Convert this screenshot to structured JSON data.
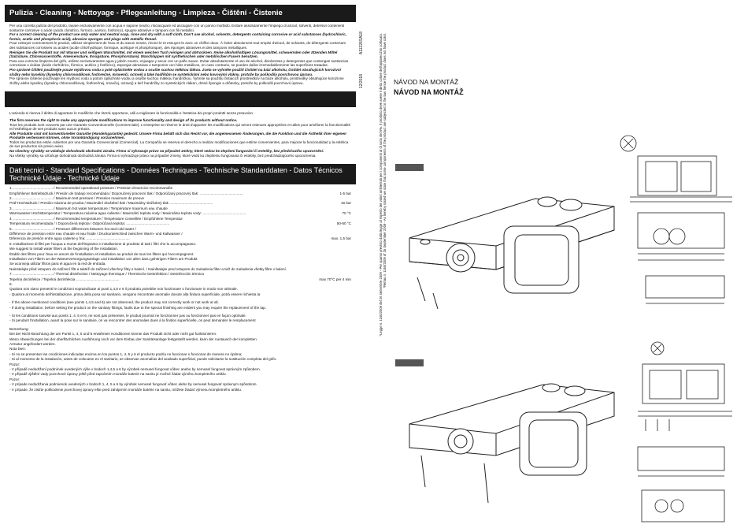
{
  "cleaning": {
    "header": "Pulizia - Cleaning - Nettoyage - Pflegeanleitung - Limpieza - Čištění - Čistenie",
    "it": "Per una corretta pulizia del prodotto, lavare esclusivamente con acqua e sapone neutro, risciacquare ed asciugare con un panno morbido. Evitare assolutamente l'impiego di alcool, solventi, detersivi contenenti sostanze corrosive o acide (acido cloridrico, formico, acetico, fosforico), spugne abrasive e tamponi con fili metallici.",
    "en": "For a correct cleaning of the product use only water and neutral soap, rinse and dry with a soft cloth. Don't use alcohol, solvents, detergents containing corrosive or acid substances (hydrochloric, formic, acetic and phosphoric acid), abrasive sponges and plugs with metallic thread.",
    "fr": "Pour nettoyer correctement le produit, utilisez simplement de l'eau et du savon neutre, rincez-le et essuyez-le avec un chiffon doux. À éviter absolument tout emploi d'alcool, de solvants, de détergents contenant des substances corrosives ou acides (acide chlorhydrique, formique, acétique et phosphorique), des éponges abrasives et des tampons métalliques.",
    "de": "Reinigen Sie die Produkt nur mit Wasser und seifigem Waschmittel, mit einem weichen Tuch reinigen und abtrocknen. Keine alkoholhaltigen Lösungsmittel, scheuernden oder ätzenden Mittel (Salzsäure, Chlorwasserstoffe, Ameisensäure, Essigsäure, Phosphorsäure). Waschlappen mit synthetischen oder metallischen Fasern benutzen.",
    "es": "Para una correcta limpieza del grifo, utilizar exclusivamente agua y jabón neutro, enjuagar y secar con un paño suave. Evitar absolutamente el uso de alcohol, disolventes y detergentes que contengan sustancias corrosivas o ácidas (ácido clorhídrico, fórmico, acético y fosfórico), esponjas abrasivas o tampones con hilos metálicos, en caso contrario, se pueden dañar irremediablemente las superficies tratadas.",
    "cz": "Pro správné čištění používejte pouze mýdlovou vodu a poté opláchněte vodou a osušte suchou měkkou látkou. Zcela se vyhněte použití čistidel na bázi alkoholu, čistidel obsahujících korozivní složky nebo kyseliny (kyseliny chlorovodíkové, fosforečné, mravenčí, octové) a také hadříkům se syntetickými nebo kovovými vlákny, protože by poškodily povrchovou úpravu.",
    "sk": "Pre správne čistenie používajte len mydlovú vodu a potom opláchnite vodou a osušte suchou mäkkou handričkou. Vyhnite sa použitiu čistiacich prostriedkov na báze alkoholu, prostriedky obsahujúce korozívne zložky alebo kyseliny (kyseliny chlorovodíkovej, fosforečnej, mravčej, octovej) a tiež handričky zo syntetických vláken, drsné špongie a drôtenky, pretože by poškodili povrchovú úpravu."
  },
  "rights": {
    "it": "L'azienda si riserva il diritto di apportare le modifiche che riterrà opportune, utili a migliorare la funzionalità e l'estetica dei propri prodotti senza preavviso.",
    "en": "The firm reserves the right to make any appropriate modifications to improve functionality and design of its products without notice.",
    "fr": "Tous les produits sont couverts par une Garantie Conventionnelle (Commerciale). L'entreprise se réserve le droit d'apporter les modifications qui seront retenues appropriées et utiles pour améliorer la fonctionnalité et l'esthétique de ses produits sans aucun préavis.",
    "de": "Alle Produkte sind mit konventioneller Garantie (Handelsgarantie) gedeckt. Unsere Firma behält sich das Recht vor, die angemessenen Änderungen, die die Funktion und die Ästhetik ihrer eigenen Produkte verbessern können, ohne Vorankündigung vorzunehmen.",
    "es": "Todos los productos están cubiertos por una Garantía Convencional (Comercial). La Compañía se reserva el derecho a realizar modificaciones que estime convenientes, para mejorar la funcionalidad y la estética de sus productos sin previo aviso.",
    "cz": "Na všechny výrobky se vztahuje dohodnutá obchodní záruka. Firma si vyhrazuje právo na případné změny, které vedou ke zlepšení fungování či estetiky, bez předchozího upozornění.",
    "sk": "Na všetky výrobky sa vzťahuje dohodnutá obchodná záruka. Firma si vyhradzuje právo na prípadné zmeny, ktoré vedú ku zlepšeniu fungovania či estetiky, bez predchádzajúceho upozornenia."
  },
  "specs": {
    "header1": "Dati tecnici - Standard Specifications - Données Techniques - Technische Standarddaten - Datos Técnicos",
    "header2": "Technické  Údaje - Technické  Údaje",
    "rows": [
      {
        "label": "1. ....................................... / Recommended operational pressure / Pression d'exercice recommandée",
        "value": ""
      },
      {
        "label": "Empfohlener Betriebsdruck / Presión de trabajo recomendada / Doporučený pracovní tlak / Odporúčaný pracovný tlak: ...........................................",
        "value": "1-5 bar"
      },
      {
        "label": "2. ....................................... / Maximum test pressure / Pression maximum de preuve",
        "value": ""
      },
      {
        "label": "Prüf-Höchstdruck / Presión máxima de prueba / Maximální zkušební tlak / Maximálny skúšobný tlak ...........................................",
        "value": "16 bar"
      },
      {
        "label": "3. ....................................... / Maximum hot water temperature / Température maximum eau chaude",
        "value": ""
      },
      {
        "label": "Warmwasser Höchsttemperatur / Temperatura máxima agua caliente / Maximální teplota vody / Maximálna teplota vody: ...........................................",
        "value": "70 °C"
      },
      {
        "label": "4. ....................................... / Recommended temperature / Température conseillée / Empfohlene Temperatur",
        "value": ""
      },
      {
        "label": "Temperatura recomendada / / Doporučená teplota / Odporúčaná teplota: ...........................................",
        "value": "50-60 °C"
      },
      {
        "label": "5. ....................................... / Pressure differences between hot and cold water /",
        "value": ""
      },
      {
        "label": "Différence de pression entre eau chaude et eau froide / Druckunterschied zwischen Warm- und Kaltwasser /",
        "value": ""
      },
      {
        "label": "Diferencia de presión entre agua caliente y fría: ...........................................",
        "value": "max. 1,5 bar"
      },
      {
        "label": "6. Installazione di filtri per l'acqua a monte dell'impianto e installazione al prodotto di tutti i filtri che lo accompagnano.",
        "value": ""
      },
      {
        "label": "We suggest to install water filters at the beginning of the installation.",
        "value": ""
      },
      {
        "label": "Établir des filtres pour l'eau en amont de l'installation et installation au produit de tous les filtres qui l'accompagnent.",
        "value": ""
      },
      {
        "label": "Installation von Filtern an der Wasserversorgungsanlage und Installation von allen dazu gehörigen Filtern am Produkt.",
        "value": ""
      },
      {
        "label": "Se aconseja utilizar filtros para el agua en la red de entrada.",
        "value": ""
      },
      {
        "label": "Nainstalujte před vstupem do zařízení filtr a taktéž do zařízení všechny filtry s balení. / Nainštalujte pred vstupom do zariadenia filter a tiež do zariadenia všetky filtre v balení.",
        "value": ""
      },
      {
        "label": "7. ....................................... / Thermal disinfection / Nettoyage thermique / Thermische Desinfektion / Desinfección térmica",
        "value": ""
      },
      {
        "label": "Tepelná dezinfekce / Tepelná dezinfekcia ...........................................",
        "value": "max 70°C per 4 min"
      },
      {
        "label": "8.",
        "value": ""
      },
      {
        "label": "Qualora non siano presenti le condizioni sopraindicate ai punti 1,4,5 e 6 il prodotto potrebbe non funzionare o funzionare in modo non ottimale.",
        "value": ""
      },
      {
        "label": "- Qualora al momento dell'installazione, prima della posa sul sanitario, vengano riscontrate anomalie dovute alla finitura superficiale, potrà essere richiesta la",
        "value": ""
      },
      {
        "label": "",
        "value": ""
      },
      {
        "label": "- If the above mentioned conditions (see points 1,4,5 and 6) are not observed, the product may not correctly work or not work at all.",
        "value": ""
      },
      {
        "label": "- If during installation, before setting the product on the sanitary fittings, faults due to the special finishing are evident you may require the replacement of the tap.",
        "value": ""
      },
      {
        "label": "",
        "value": ""
      },
      {
        "label": "- Si les conditions susvisé aux points 1, 4, 5 et 6, ne sont pas présentes, le produit pourrait ne fonctionner pas ou fonctionner pas en façon optimale.",
        "value": ""
      },
      {
        "label": "- Si pendant l'installation, avant la pose sur le sanitaire, on va rencontrer des anomalies dues à la finition superficielle, on peut demander le remplacement",
        "value": ""
      },
      {
        "label": "",
        "value": ""
      },
      {
        "label": "Bemerkung:",
        "value": ""
      },
      {
        "label": "Bei der Nicht-Beachtung der am Punkt 1, 4, 5 und 6 erwähnten Konditionen könnte das Produkt nicht oder nicht gut funktionieren.",
        "value": ""
      },
      {
        "label": "Wenn Abweichungen bei der oberflächlichen Ausführung noch vor dem Einbau der Sanitärsanlage festgestellt werden, kann der Austausch der kompletten",
        "value": ""
      },
      {
        "label": "Armatur angefordert werden.",
        "value": ""
      },
      {
        "label": "Nota bien:",
        "value": ""
      },
      {
        "label": "- Si no se presentan las condiciones indicadas encima en los puntos 1, 4, 5 y 6 el producto podría no funcionar o funcionar de manera no óptima;",
        "value": ""
      },
      {
        "label": "- Si al momento de la instalación, antes de colocarse en el sanitario, se observan anomalías del acabado superficial, puede solicitarse la sustitución completa del grifo.",
        "value": ""
      },
      {
        "label": "Pozor:",
        "value": ""
      },
      {
        "label": "- V případě nedodržení podmínek uvedených výše v bodech 1,4,5 a 6 by výrobek nemusel  fungovat vůbec anebo by nemusel fungovat správným způsobem.",
        "value": ""
      },
      {
        "label": "- V případě zjištění vady povrchové úpravy ještě před započetím montáže baterie na sanitu je možné žádat výměnu kompletního artiklu.",
        "value": ""
      },
      {
        "label": "Pozor:",
        "value": ""
      },
      {
        "label": "- V prípade nedodržania podmienok uvedených v bodoch 1, 4, 5 a 6 by výrobok nemusel fungovať vôbec alebo by nemusel fungovať správnym spôsobom.",
        "value": ""
      },
      {
        "label": "- V prípade, že zistíte poškodenie povrchovej úpravy ešte pred zahájením montáže batérie na sanitu, môžete žiadať výmenu kompletného artiklu.",
        "value": ""
      }
    ]
  },
  "doc_code": "A11226SA18",
  "doc_date": "12/2018",
  "notes": [
    "*Legge n. 1160/2009 del 26 settembre 2009 - Per quanto previsto dalla legge al rispetto dei valori ambientali per i componenti al di sotto del 6%. Il prodotto deve avere il detto colore dell'apparecchio collocato.",
    "*Rehau n. 1160/2009 of 26 September 2009 - As hereby stated we state that some components of the product are subjected to the law, hence the product does not have color."
  ],
  "right": {
    "title1": "NÁVOD NA MONTÁŽ",
    "title2": "NÁVOD NA MONTÁŽ"
  }
}
